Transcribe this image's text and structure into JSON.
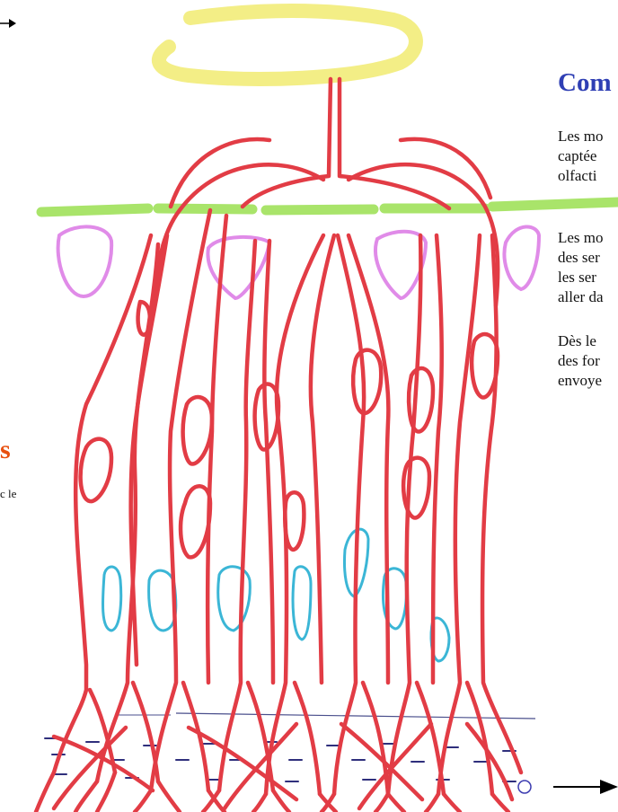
{
  "document": {
    "heading": "Com",
    "paragraphs": [
      [
        "Les mo",
        "captée",
        "olfacti"
      ],
      [
        "Les mo",
        "des ser",
        "les ser",
        "aller da"
      ],
      [
        "Dès le",
        "des for",
        "envoye"
      ]
    ],
    "left_fragment_title": "s",
    "left_fragment_text": "c le"
  },
  "colors": {
    "heading": "#2f3fb4",
    "left_title": "#e8500f",
    "neurons": "#e23c45",
    "bulb": "#f3ee86",
    "epithelium_band": "#a9e46a",
    "support_cells": "#e08be8",
    "basal_cells": "#3bb6d6",
    "mucus_dashes": "#2f2f7c"
  }
}
